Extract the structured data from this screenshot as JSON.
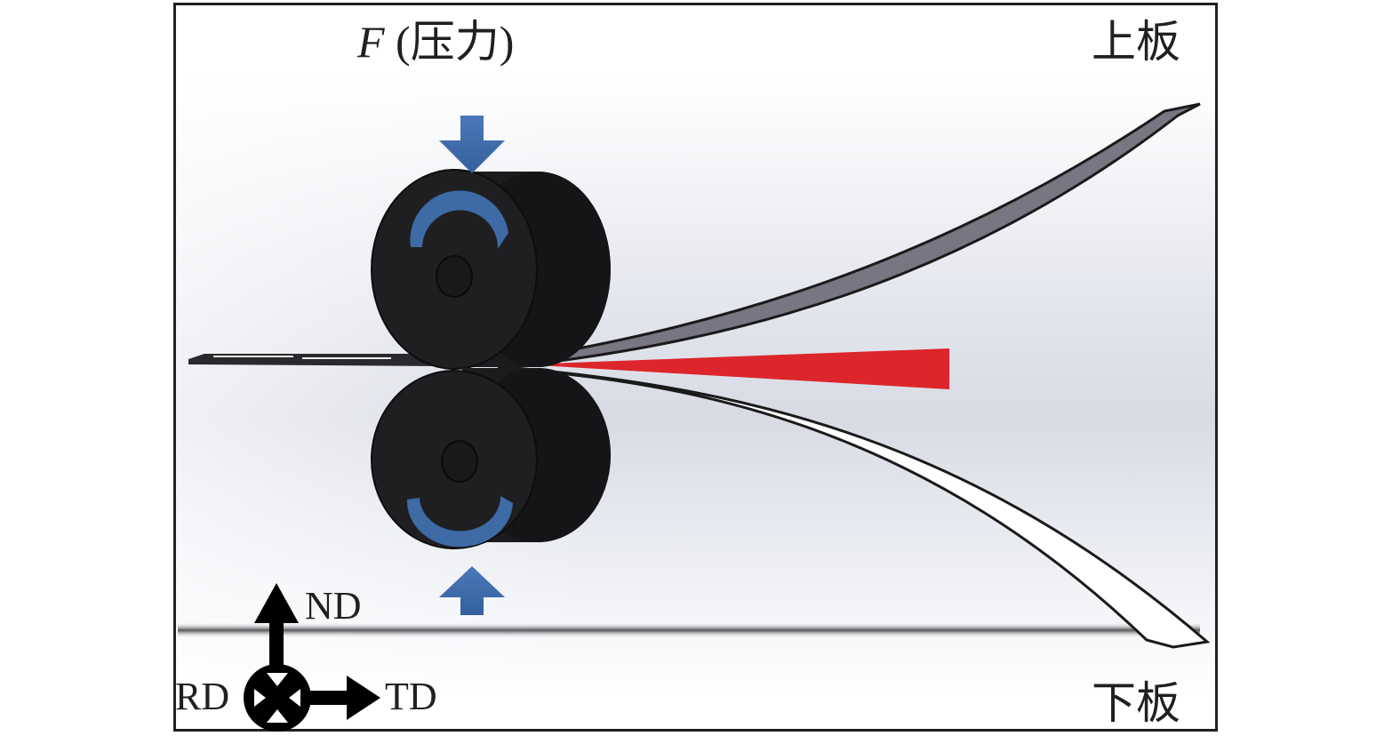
{
  "figure": {
    "force_label": {
      "symbol": "F",
      "text": "(压力)"
    },
    "upper_plate_label": "上板",
    "lower_plate_label": "下板",
    "axes": {
      "normal_direction": "ND",
      "rolling_direction": "RD",
      "transverse_direction": "TD"
    },
    "components": [
      {
        "name": "upper-roller",
        "rotation": "clockwise"
      },
      {
        "name": "lower-roller",
        "rotation": "counter-clockwise"
      },
      {
        "name": "force-arrow-top",
        "direction": "down"
      },
      {
        "name": "force-arrow-bottom",
        "direction": "up"
      },
      {
        "name": "crack-wedge"
      },
      {
        "name": "upper-plate"
      },
      {
        "name": "lower-plate"
      }
    ],
    "colors": {
      "roller": "#1c1c1e",
      "arrow_blue": "#3e6aa6",
      "wedge_red": "#dc262b",
      "upper_plate": "#7a7582",
      "frame": "#231f20"
    }
  }
}
